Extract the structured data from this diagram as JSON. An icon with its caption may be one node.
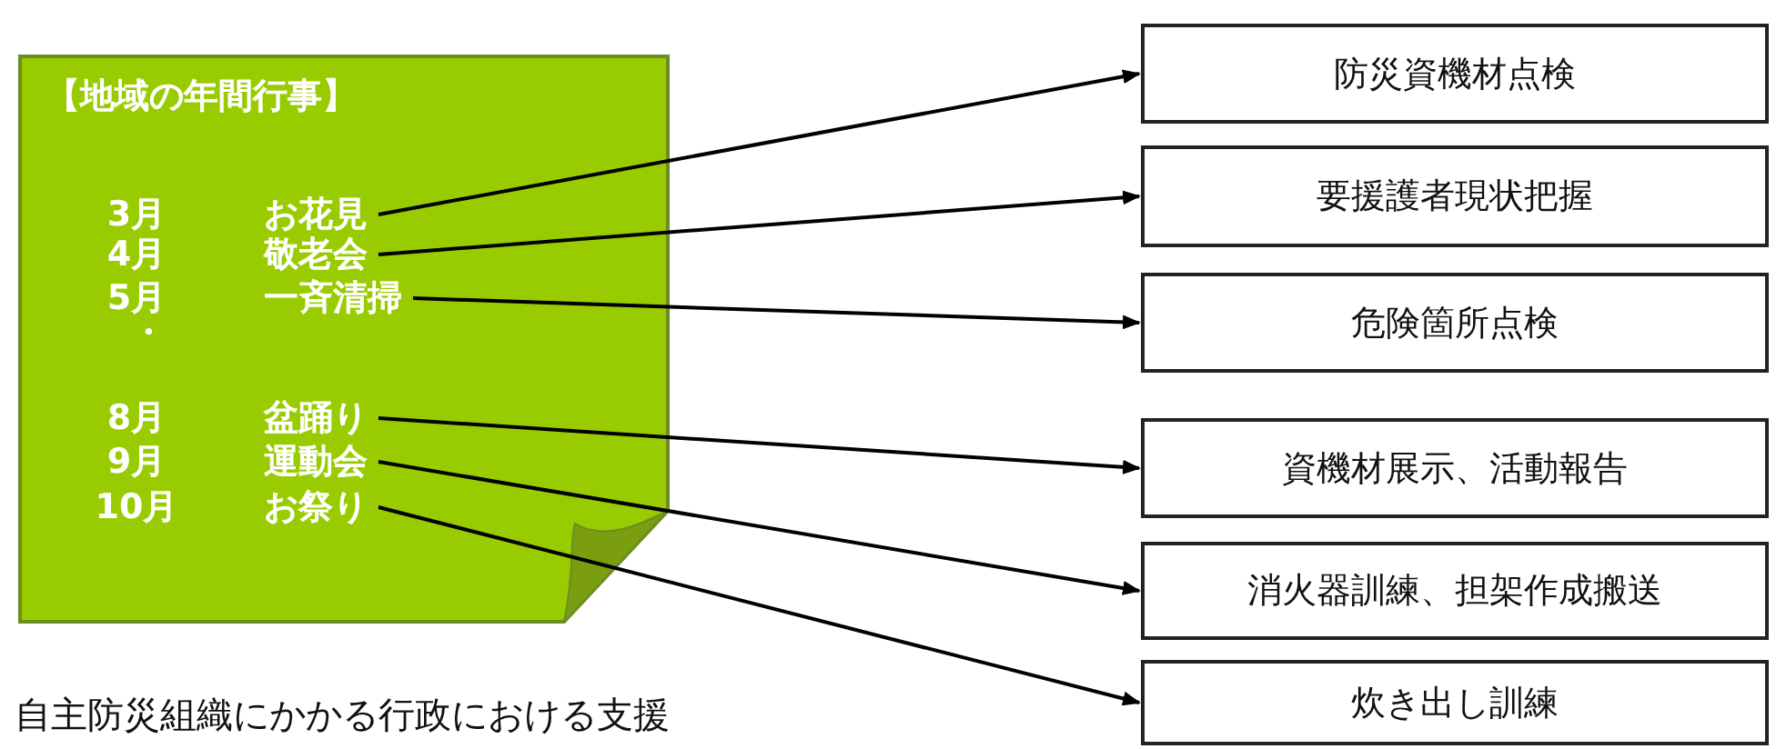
{
  "diagram": {
    "nodes": [
      {
        "text": [
          "【地域の年間行事】"
        ]
      },
      {
        "text": [
          "3月",
          "お花見"
        ],
        "in": 0
      },
      {
        "text": [
          "4月",
          "敬老会"
        ],
        "in": 0
      },
      {
        "text": [
          "5月",
          "一斉清掃"
        ],
        "in": 0
      },
      {
        "text": [
          "8月",
          "盆踊り"
        ],
        "in": 0
      },
      {
        "text": [
          "9月",
          "運動会"
        ],
        "in": 0
      },
      {
        "text": [
          "10月",
          "お祭り"
        ],
        "in": 0
      },
      {
        "text": [
          "防災資機材点検"
        ]
      },
      {
        "text": [
          "要援護者現状把握"
        ]
      },
      {
        "text": [
          "危険箇所点検"
        ]
      },
      {
        "text": [
          "資機材展示、活動報告"
        ]
      },
      {
        "text": [
          "消火器訓練、担架作成搬送"
        ]
      },
      {
        "text": [
          "炊き出し訓練"
        ]
      }
    ],
    "edges": [
      {
        "from": 1,
        "to": 7,
        "arrow": "to"
      },
      {
        "from": 2,
        "to": 8,
        "arrow": "to"
      },
      {
        "from": 3,
        "to": 9,
        "arrow": "to"
      },
      {
        "from": 4,
        "to": 10,
        "arrow": "to"
      },
      {
        "from": 5,
        "to": 11,
        "arrow": "to"
      },
      {
        "from": 6,
        "to": 12,
        "arrow": "to"
      }
    ],
    "labels": [
      "・",
      "自主防災組織にかかる行政における支援"
    ]
  }
}
